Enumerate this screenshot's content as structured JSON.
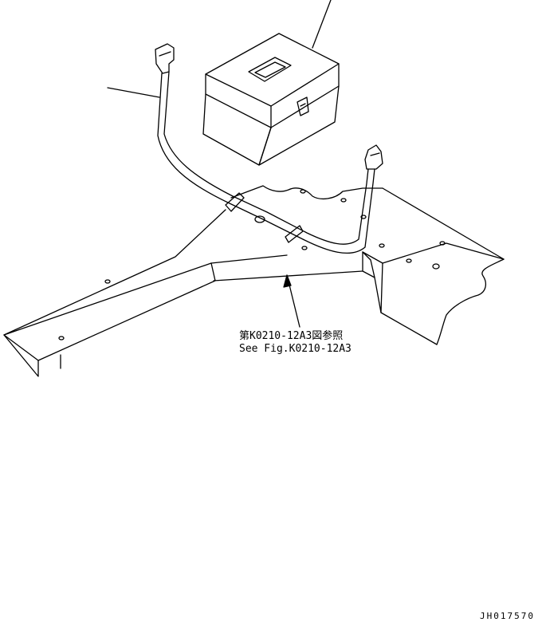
{
  "diagram": {
    "reference_label": {
      "line1": "第K0210-12A3図参照",
      "line2": "See Fig.K0210-12A3"
    },
    "drawing_code": "JH017570",
    "colors": {
      "line": "#000000",
      "background": "#ffffff"
    }
  }
}
